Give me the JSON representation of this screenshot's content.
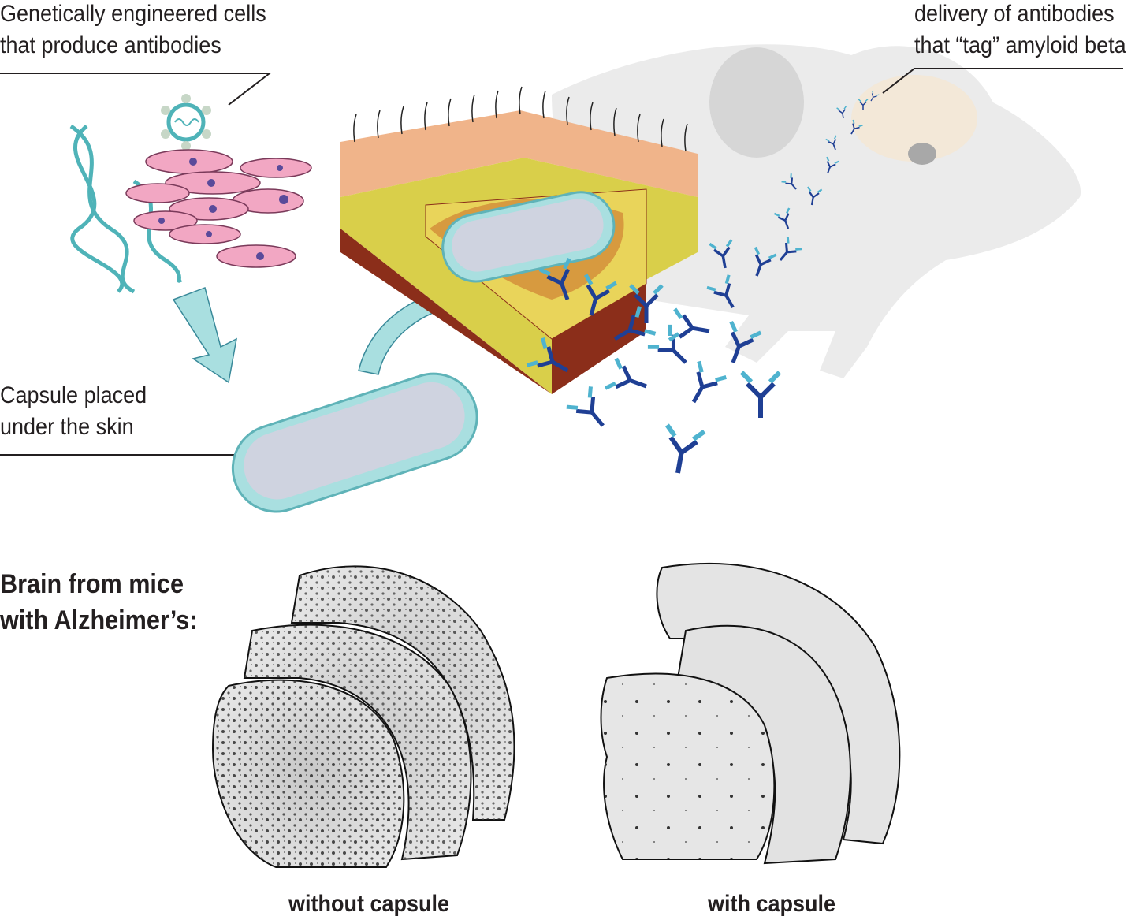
{
  "labels": {
    "cells": [
      "Genetically engineered cells",
      "that produce antibodies"
    ],
    "delivery": [
      "delivery of antibodies",
      "that “tag” amyloid beta"
    ],
    "capsule": [
      "Capsule placed",
      "under the skin"
    ],
    "brain_heading": [
      "Brain from mice",
      "with Alzheimer’s:"
    ],
    "without_capsule": "without capsule",
    "with_capsule": "with capsule"
  },
  "colors": {
    "antibody_dark": "#1f3f94",
    "antibody_light": "#4fb3cf",
    "capsule": "#a9dfe0",
    "cell": "#f2a7c3",
    "dna": "#4fb3b8",
    "skin_top": "#f0b48a",
    "fat": "#d9cf4a",
    "muscle": "#8b2e1a"
  }
}
